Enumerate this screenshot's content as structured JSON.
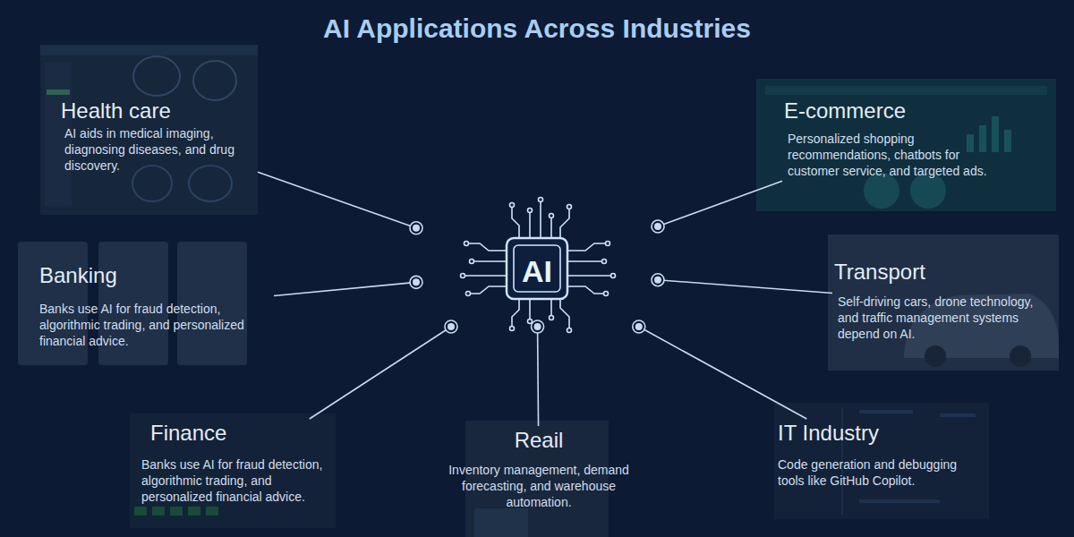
{
  "diagram": {
    "title": "AI Applications Across Industries",
    "nodes": [
      {
        "text": [
          "Health care",
          "AI aids in medical imaging, diagnosing diseases, and drug discovery."
        ]
      },
      {
        "text": [
          "E-commerce",
          "Personalized shopping recommendations, chatbots for customer service, and targeted ads."
        ]
      },
      {
        "text": [
          "Banking",
          "Banks use AI for fraud detection, algorithmic trading, and personalized financial advice."
        ]
      },
      {
        "text": [
          "AI"
        ]
      },
      {
        "text": [
          "Transport",
          "Self-driving cars, drone technology, and traffic management systems depend on AI."
        ]
      },
      {
        "text": [
          "Finance",
          "Banks use AI for fraud detection, algorithmic trading, and personalized financial advice."
        ]
      },
      {
        "text": [
          "Reail",
          "Inventory management, demand forecasting, and warehouse automation."
        ]
      },
      {
        "text": [
          "IT Industry",
          "Code generation and debugging tools like GitHub Copilot."
        ]
      }
    ],
    "edges": [
      {
        "from": 0,
        "to": 3,
        "arrow": "none"
      },
      {
        "from": 1,
        "to": 3,
        "arrow": "none"
      },
      {
        "from": 2,
        "to": 3,
        "arrow": "none"
      },
      {
        "from": 4,
        "to": 3,
        "arrow": "none"
      },
      {
        "from": 5,
        "to": 3,
        "arrow": "none"
      },
      {
        "from": 6,
        "to": 3,
        "arrow": "none"
      },
      {
        "from": 7,
        "to": 3,
        "arrow": "none"
      }
    ]
  }
}
